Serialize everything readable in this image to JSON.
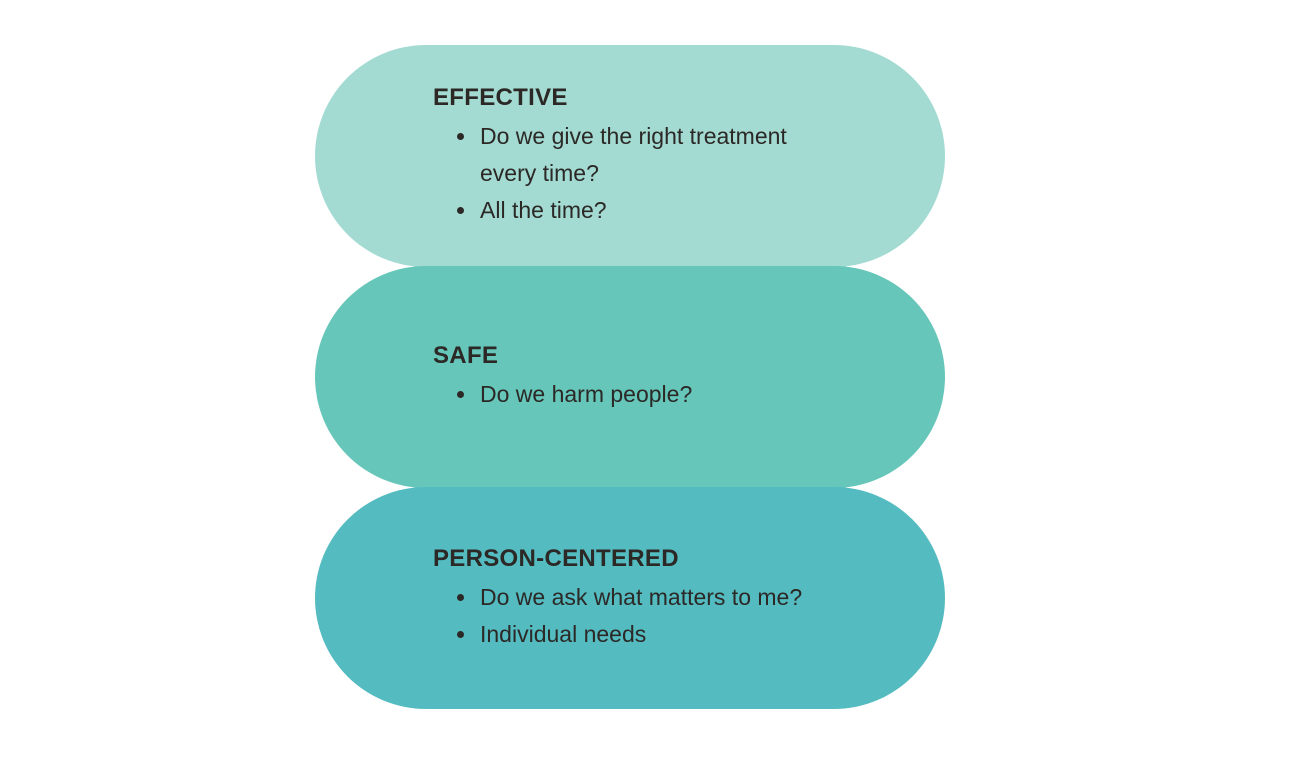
{
  "page": {
    "background": "#ffffff",
    "text_color": "#2b2826"
  },
  "pills": [
    {
      "id": "effective",
      "title": "EFFECTIVE",
      "color": "#a3dbd3",
      "bullets": [
        "Do we give the right treatment every time?",
        "All the time?"
      ]
    },
    {
      "id": "safe",
      "title": "SAFE",
      "color": "#66c6ba",
      "bullets": [
        "Do we harm people?"
      ]
    },
    {
      "id": "person-centered",
      "title": "PERSON-CENTERED",
      "color": "#54bbc0",
      "bullets": [
        "Do we ask what matters to me?",
        "Individual needs"
      ]
    }
  ]
}
